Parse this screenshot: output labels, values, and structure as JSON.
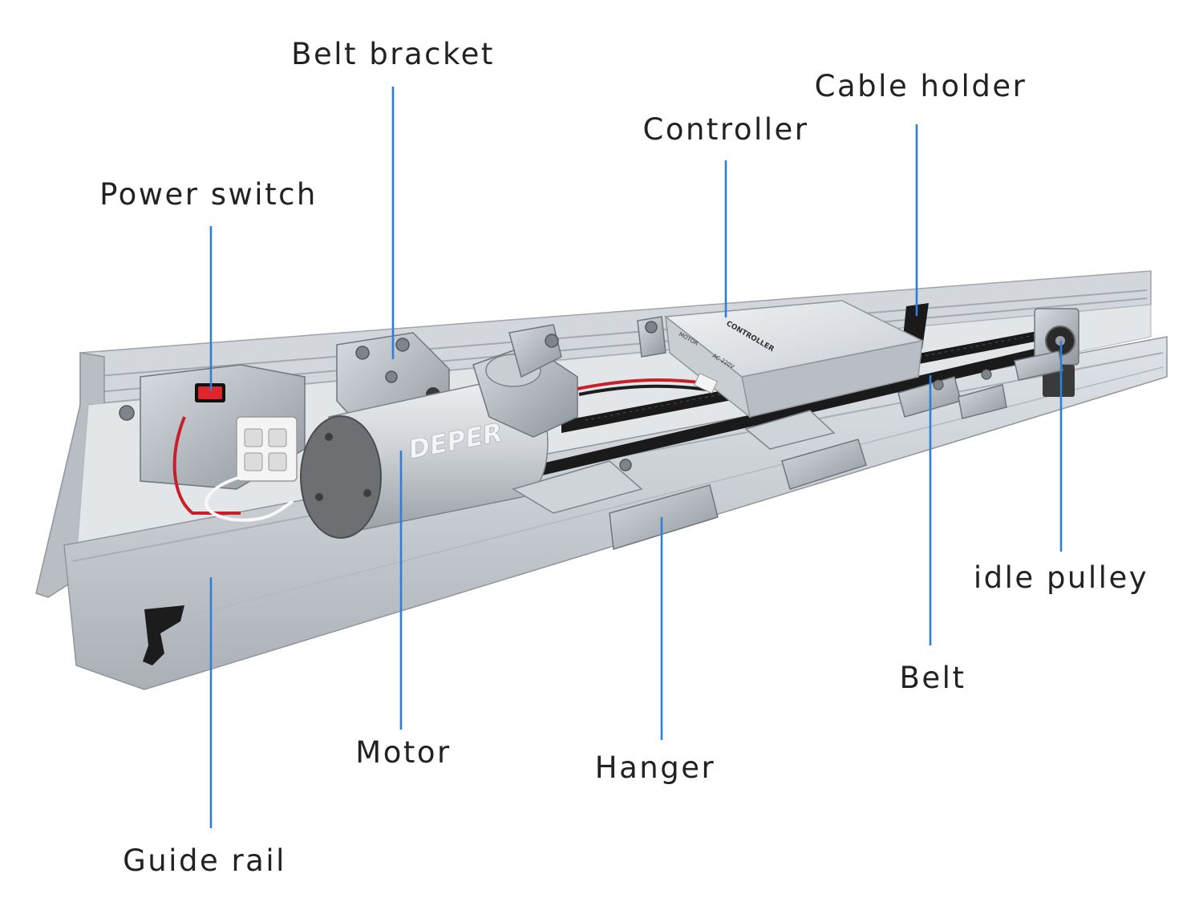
{
  "labels": {
    "power_switch": "Power switch",
    "belt_bracket": "Belt bracket",
    "controller": "Controller",
    "cable_holder": "Cable holder",
    "idle_pulley": "idle pulley",
    "belt": "Belt",
    "hanger": "Hanger",
    "motor": "Motor",
    "guide_rail": "Guide rail"
  },
  "product": {
    "motor_brand": "DEPER",
    "controller_text": "CONTROLLER",
    "motor_port_text": "MOTOR",
    "power_port_text": "AC 220V"
  },
  "colors": {
    "leader_line": "#2f7fd8",
    "label_text": "#222222",
    "rail_aluminium": "#c9ced3",
    "belt": "#1a1a1a"
  }
}
